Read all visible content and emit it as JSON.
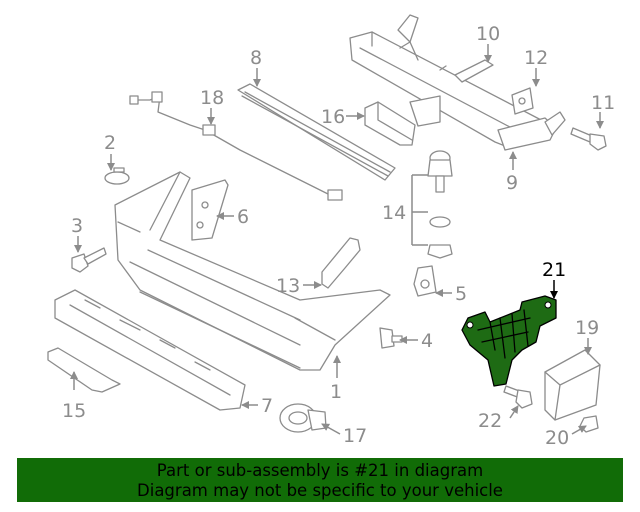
{
  "diagram": {
    "callouts": [
      "1",
      "2",
      "3",
      "4",
      "5",
      "6",
      "7",
      "8",
      "9",
      "10",
      "11",
      "12",
      "13",
      "14",
      "15",
      "16",
      "17",
      "18",
      "19",
      "20",
      "21",
      "22"
    ],
    "highlighted_callout": "21",
    "colors": {
      "parts": "#8c8c8c",
      "highlight_fill": "#1e6b14",
      "highlight_label": "#000000"
    }
  },
  "banner": {
    "line1": "Part or sub-assembly is #21 in diagram",
    "line2": "Diagram may not be specific to your vehicle",
    "background": "#116c07"
  }
}
